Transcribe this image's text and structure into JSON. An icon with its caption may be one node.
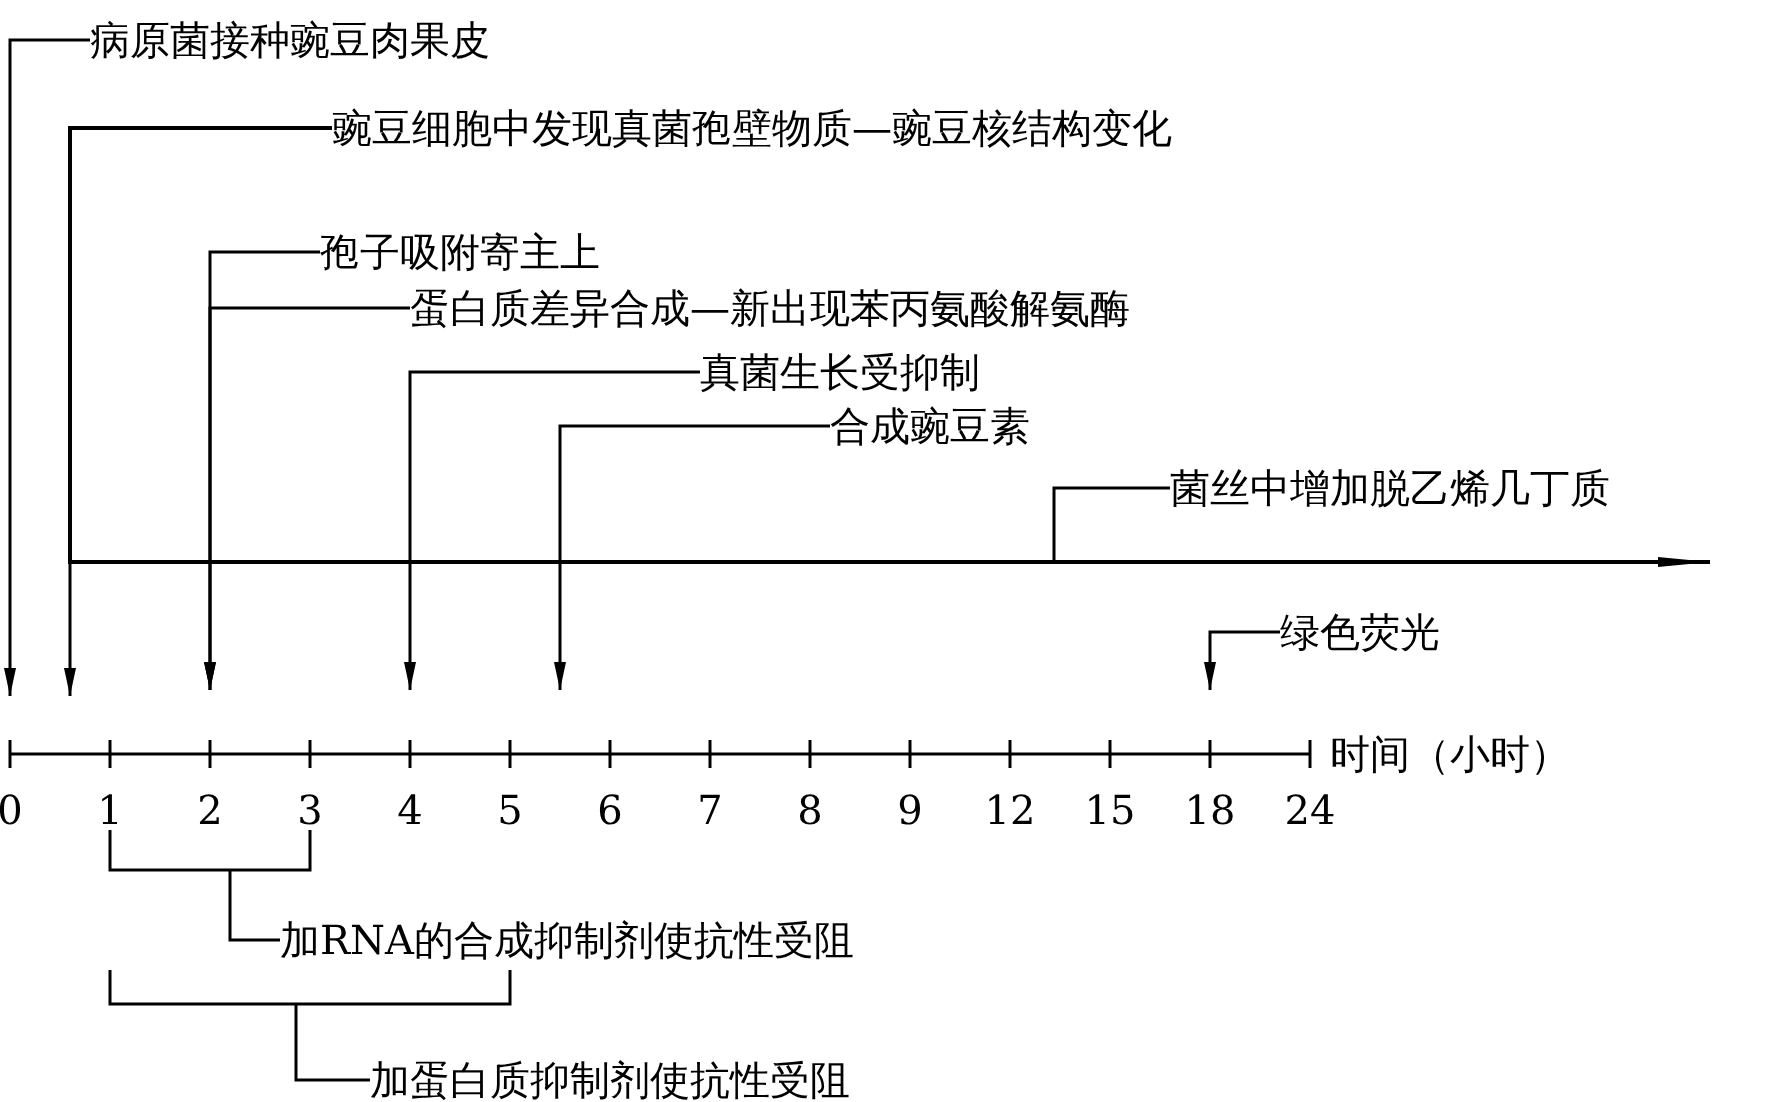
{
  "diagram": {
    "nodes": [
      {
        "text": [
          "病原菌接种豌豆肉果皮"
        ]
      },
      {
        "text": [
          "豌豆细胞中发现真菌孢壁物质—豌豆核结构变化"
        ]
      },
      {
        "text": [
          "孢子吸附寄主上"
        ]
      },
      {
        "text": [
          "蛋白质差异合成—新出现苯丙氨酸解氨酶"
        ]
      },
      {
        "text": [
          "真菌生长受抑制"
        ]
      },
      {
        "text": [
          "合成豌豆素"
        ]
      },
      {
        "text": [
          "菌丝中增加脱乙烯几丁质"
        ]
      },
      {
        "text": [
          "绿色荧光"
        ]
      },
      {
        "text": [],
        "shape": "bracket"
      },
      {
        "text": [
          "加RNA的合成抑制剂使抗性受阻"
        ]
      },
      {
        "text": [],
        "shape": "bracket"
      },
      {
        "text": [
          "加蛋白质抑制剂使抗性受阻"
        ]
      }
    ],
    "edges": [
      {
        "from": 0,
        "to": null,
        "arrow": "to"
      },
      {
        "from": 1,
        "to": null,
        "arrow": "to"
      },
      {
        "from": 1,
        "to": null,
        "arrow": "to"
      },
      {
        "from": 2,
        "to": null,
        "arrow": "to"
      },
      {
        "from": 3,
        "to": null,
        "arrow": "to"
      },
      {
        "from": 4,
        "to": null,
        "arrow": "to"
      },
      {
        "from": 5,
        "to": null,
        "arrow": "to"
      },
      {
        "from": 6,
        "to": null,
        "arrow": "none"
      },
      {
        "from": 7,
        "to": null,
        "arrow": "to"
      },
      {
        "from": 9,
        "to": 8,
        "arrow": "none"
      },
      {
        "from": 11,
        "to": 10,
        "arrow": "none"
      }
    ],
    "labels": [
      "0",
      "1",
      "2",
      "3",
      "4",
      "5",
      "6",
      "7",
      "8",
      "9",
      "12",
      "15",
      "18",
      "24",
      "时间（小时）"
    ]
  }
}
